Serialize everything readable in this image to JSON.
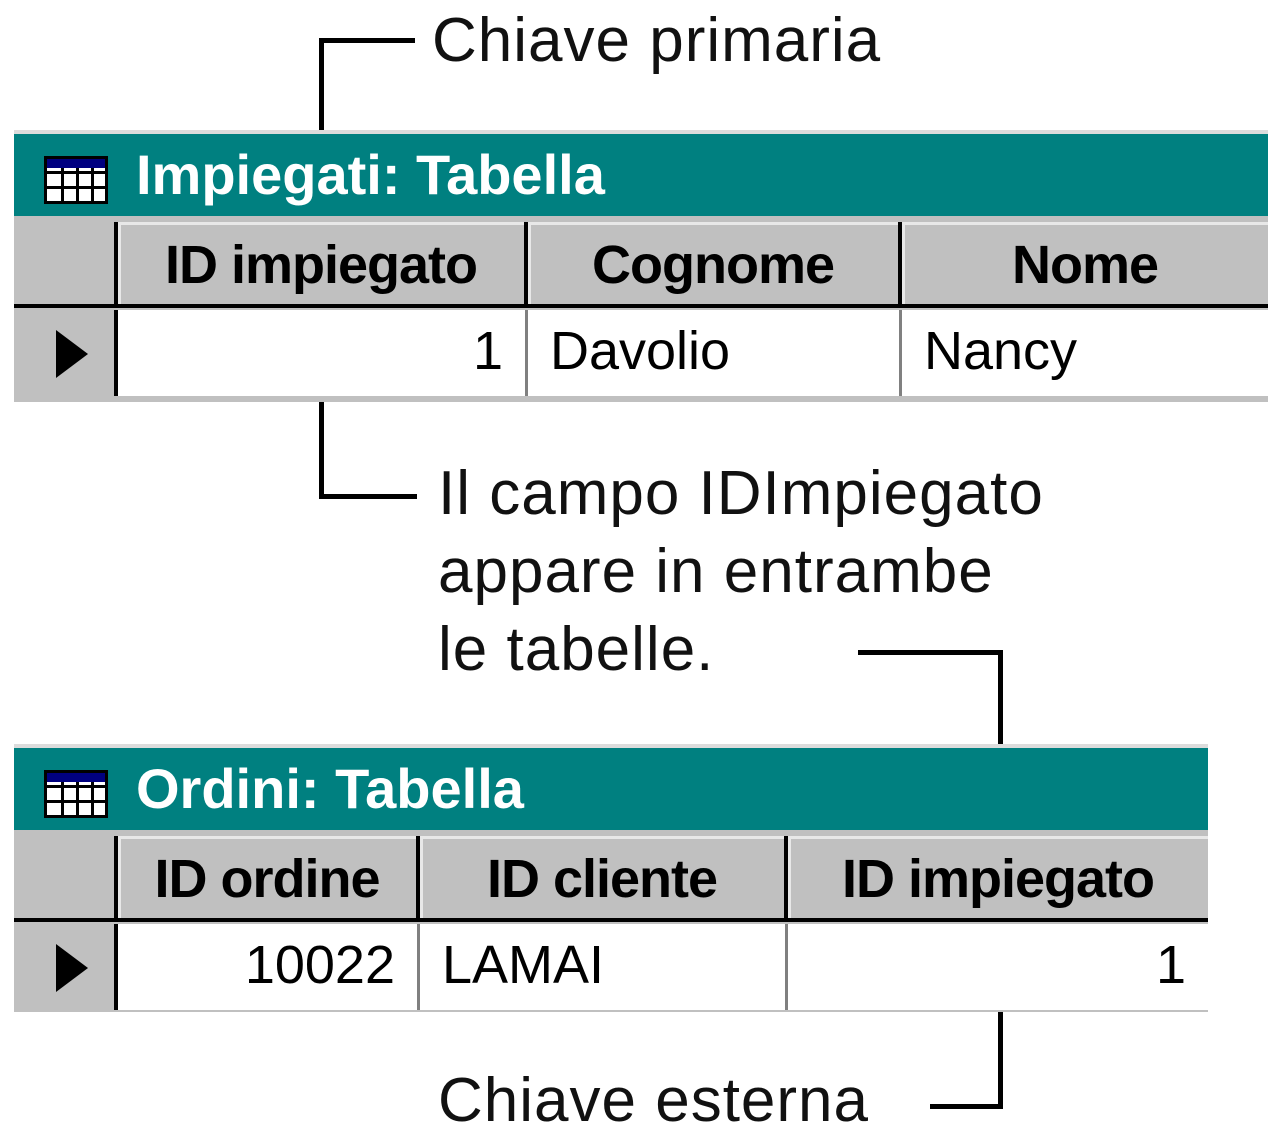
{
  "callouts": {
    "primary_key": "Chiave primaria",
    "shared_field": [
      "Il campo IDImpiegato",
      "appare in entrambe",
      "le tabelle."
    ],
    "foreign_key": "Chiave esterna"
  },
  "employees_table": {
    "title": "Impiegati: Tabella",
    "columns": [
      "ID impiegato",
      "Cognome",
      "Nome"
    ],
    "rows": [
      [
        "1",
        "Davolio",
        "Nancy"
      ]
    ]
  },
  "orders_table": {
    "title": "Ordini: Tabella",
    "columns": [
      "ID ordine",
      "ID cliente",
      "ID impiegato"
    ],
    "rows": [
      [
        "10022",
        "LAMAI",
        "1"
      ]
    ]
  },
  "icons": {
    "table": "table-icon",
    "current_record": "record-pointer-icon"
  },
  "colors": {
    "title_bar": "#008080",
    "grid": "#c0c0c0"
  }
}
